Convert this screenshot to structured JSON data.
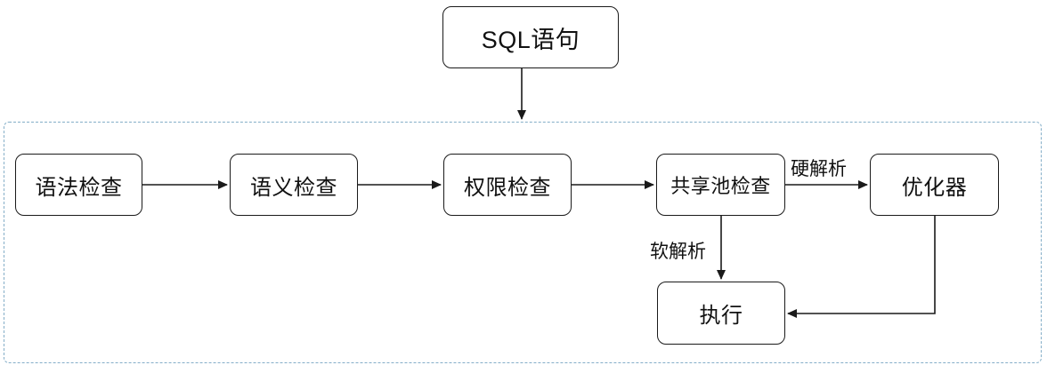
{
  "diagram": {
    "nodes": [
      {
        "id": "sql",
        "label": "SQL语句"
      },
      {
        "id": "syntax-check",
        "label": "语法检查"
      },
      {
        "id": "semantic-check",
        "label": "语义检查"
      },
      {
        "id": "permission-check",
        "label": "权限检查"
      },
      {
        "id": "shared-pool-check",
        "label": "共享池检查"
      },
      {
        "id": "optimizer",
        "label": "优化器"
      },
      {
        "id": "execute",
        "label": "执行"
      }
    ],
    "edges": [
      {
        "from": "sql",
        "to": "flow-container",
        "label": ""
      },
      {
        "from": "syntax-check",
        "to": "semantic-check",
        "label": ""
      },
      {
        "from": "semantic-check",
        "to": "permission-check",
        "label": ""
      },
      {
        "from": "permission-check",
        "to": "shared-pool-check",
        "label": ""
      },
      {
        "from": "shared-pool-check",
        "to": "optimizer",
        "label": "硬解析"
      },
      {
        "from": "shared-pool-check",
        "to": "execute",
        "label": "软解析"
      },
      {
        "from": "optimizer",
        "to": "execute",
        "label": ""
      }
    ],
    "colors": {
      "container_border": "#84aec8",
      "node_border": "#1a1a1a",
      "text": "#111111",
      "background": "#ffffff"
    }
  }
}
